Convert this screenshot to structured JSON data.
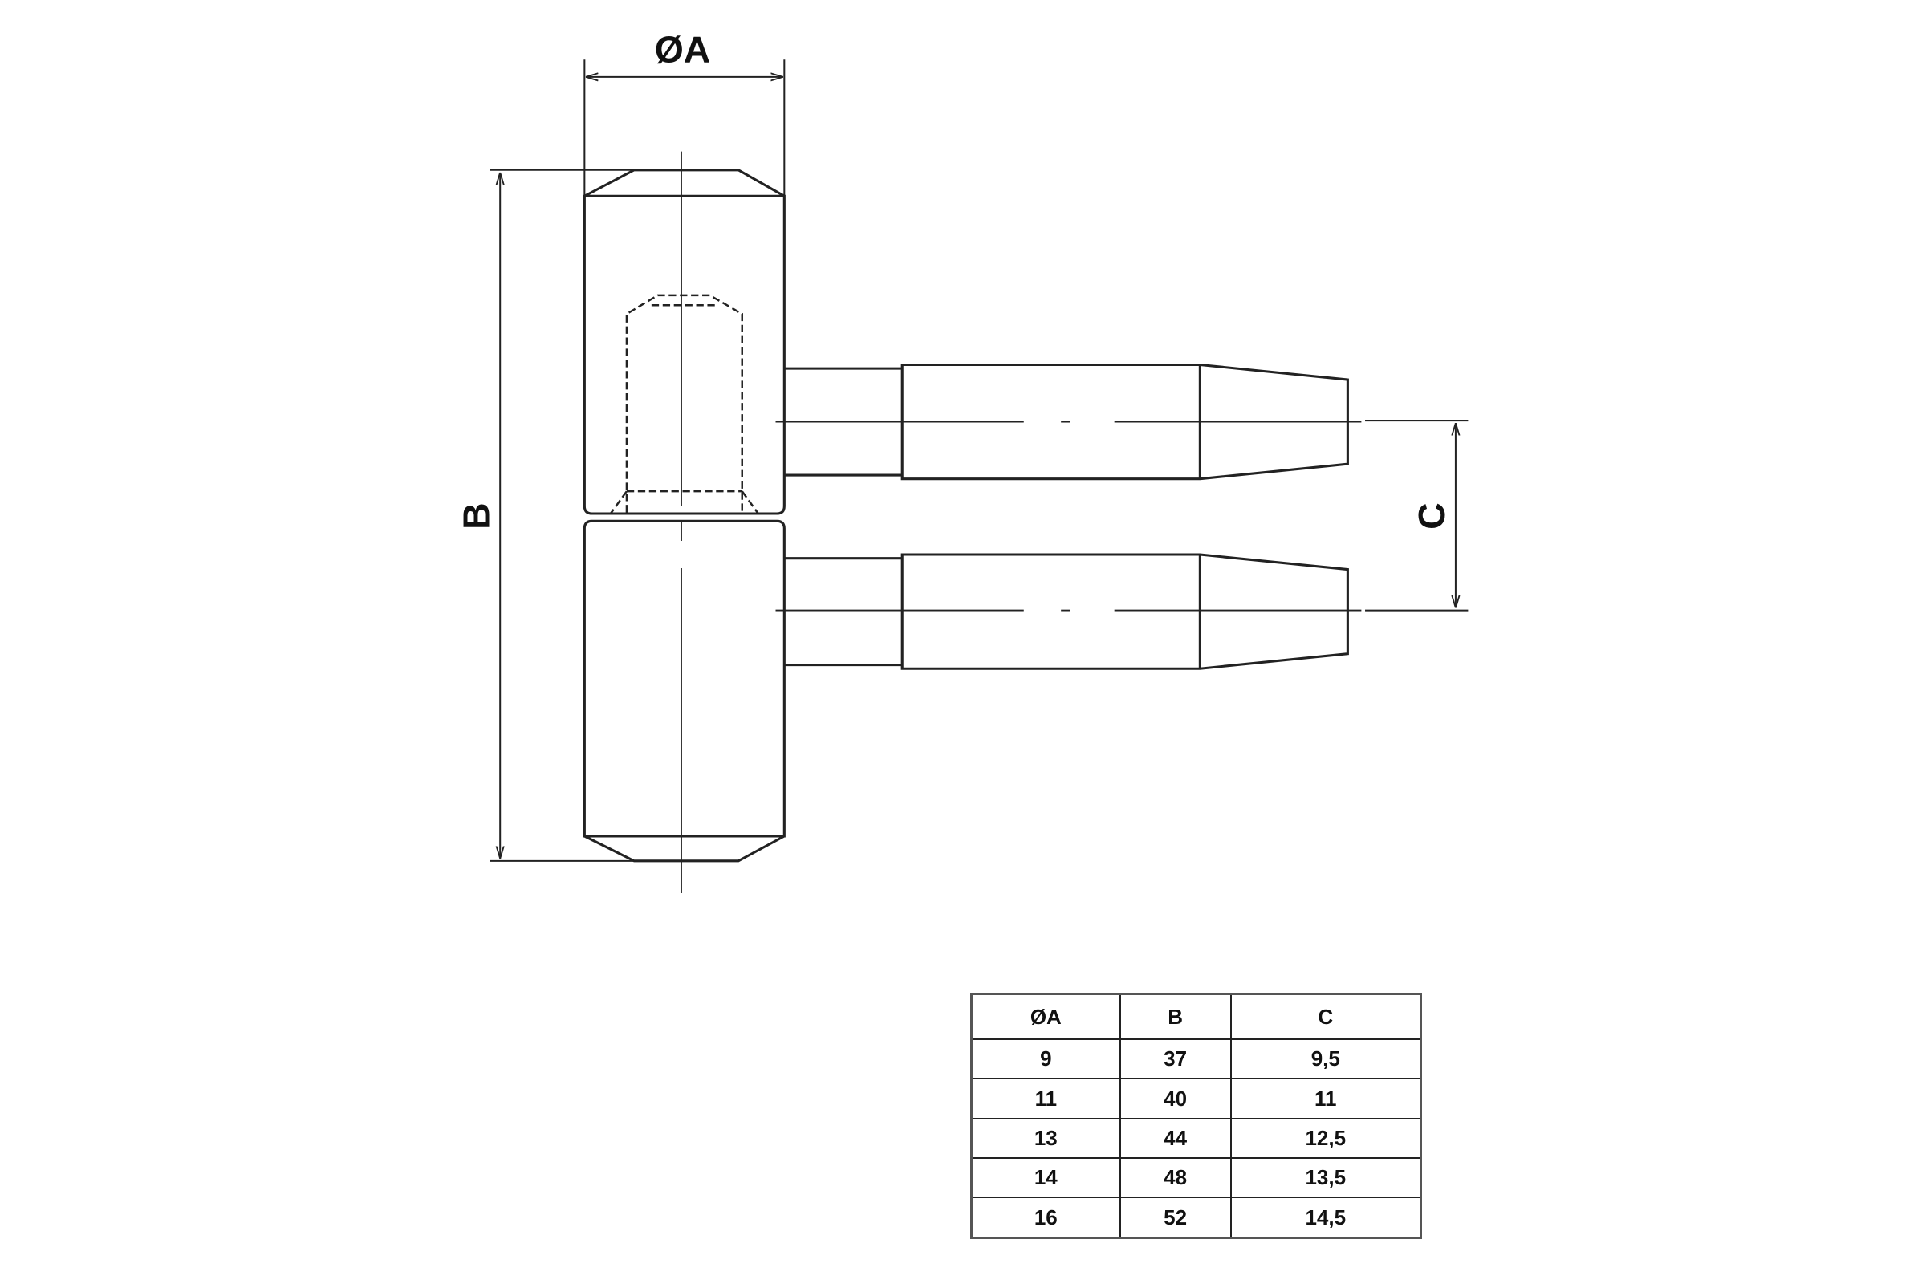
{
  "labels": {
    "diameter_a": "ØA",
    "b": "B",
    "c": "C"
  },
  "table": {
    "headers": [
      "ØA",
      "B",
      "C"
    ],
    "rows": [
      [
        "9",
        "37",
        "9,5"
      ],
      [
        "11",
        "40",
        "11"
      ],
      [
        "13",
        "44",
        "12,5"
      ],
      [
        "14",
        "48",
        "13,5"
      ],
      [
        "16",
        "52",
        "14,5"
      ]
    ]
  }
}
